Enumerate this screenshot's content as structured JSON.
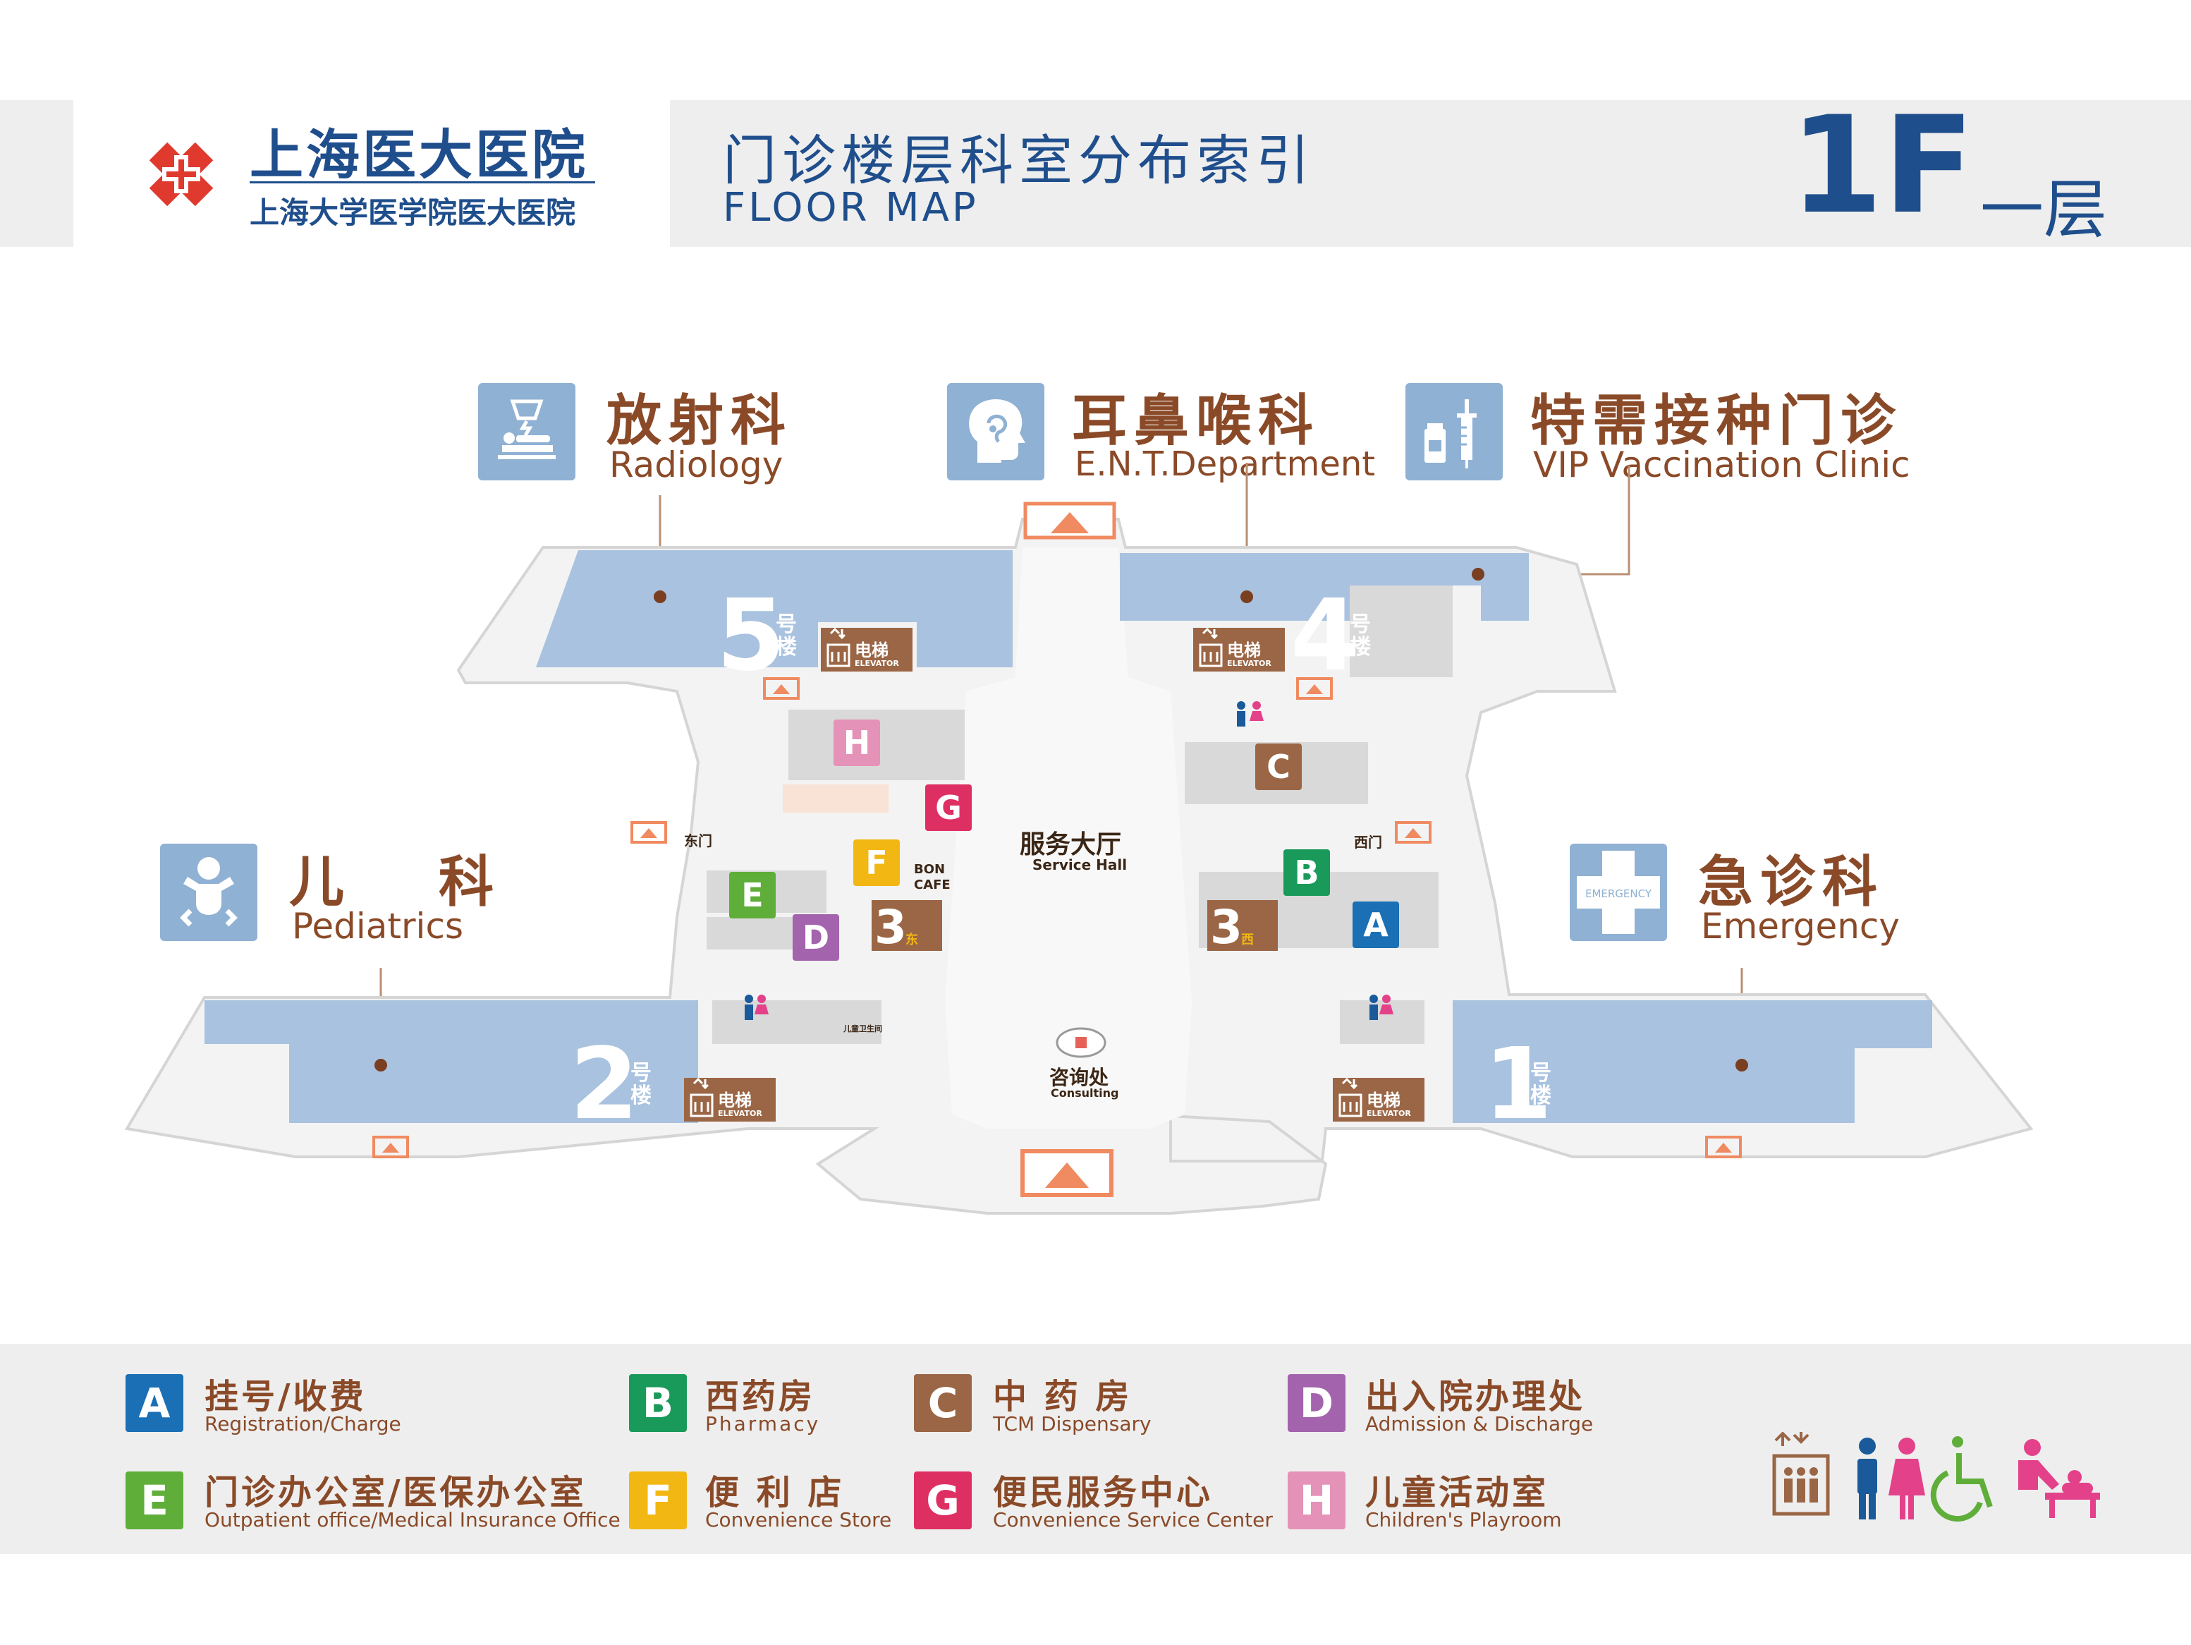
{
  "header": {
    "hospital_name": "上海医大医院",
    "hospital_subname": "上海大学医学院医大医院",
    "title_cn": "门诊楼层科室分布索引",
    "title_en": "FLOOR MAP",
    "floor": "1F",
    "floor_cn": "一层"
  },
  "departments": {
    "radiology": {
      "cn": "放射科",
      "en": "Radiology",
      "icon": "radiology-icon"
    },
    "ent": {
      "cn": "耳鼻喉科",
      "en": "E.N.T.Department",
      "icon": "ent-head-icon"
    },
    "vip": {
      "cn": "特需接种门诊",
      "en": "VIP Vaccination Clinic",
      "icon": "vaccine-icon"
    },
    "pediatrics": {
      "cn": "儿　科",
      "en": "Pediatrics",
      "icon": "baby-icon"
    },
    "emergency": {
      "cn": "急诊科",
      "en": "Emergency",
      "icon": "emergency-cross-icon",
      "icon_text": "EMERGENCY"
    }
  },
  "map": {
    "service_hall_cn": "服务大厅",
    "service_hall_en": "Service Hall",
    "consulting_cn": "咨询处",
    "consulting_en": "Consulting",
    "east_gate": "东门",
    "west_gate": "西门",
    "cafe": "BON\nCAFE",
    "elevator_cn": "电梯",
    "elevator_en": "ELEVATOR",
    "building_suffix": "号楼",
    "buildings": [
      "5",
      "4",
      "2",
      "1"
    ],
    "stairs_num": "3",
    "stairs_east": "东",
    "stairs_west": "西",
    "kids_restroom": "儿童卫生间"
  },
  "legend": [
    {
      "letter": "A",
      "cn": "挂号/收费",
      "en": "Registration/Charge",
      "color": "#1a6fb5"
    },
    {
      "letter": "B",
      "cn": "西药房",
      "en": "Pharmacy",
      "color": "#1a9a5a"
    },
    {
      "letter": "C",
      "cn": "中 药 房",
      "en": "TCM Dispensary",
      "color": "#9a6645"
    },
    {
      "letter": "D",
      "cn": "出入院办理处",
      "en": "Admission & Discharge",
      "color": "#a363ad"
    },
    {
      "letter": "E",
      "cn": "门诊办公室/医保办公室",
      "en": "Outpatient office/Medical Insurance Office",
      "color": "#5fae3a"
    },
    {
      "letter": "F",
      "cn": "便 利 店",
      "en": "Convenience Store",
      "color": "#f2b713"
    },
    {
      "letter": "G",
      "cn": "便民服务中心",
      "en": "Convenience Service Center",
      "color": "#de2f63"
    },
    {
      "letter": "H",
      "cn": "儿童活动室",
      "en": "Children's Playroom",
      "color": "#e592b8"
    }
  ],
  "colors": {
    "brand_blue": "#1f4e8c",
    "dept_brown": "#8a4a28",
    "icon_blue": "#8fb1d3",
    "building_blue": "#a9c2df",
    "elevator_brown": "#9a6645",
    "logo_red": "#e03a2e",
    "entrance_orange": "#f08a60"
  }
}
